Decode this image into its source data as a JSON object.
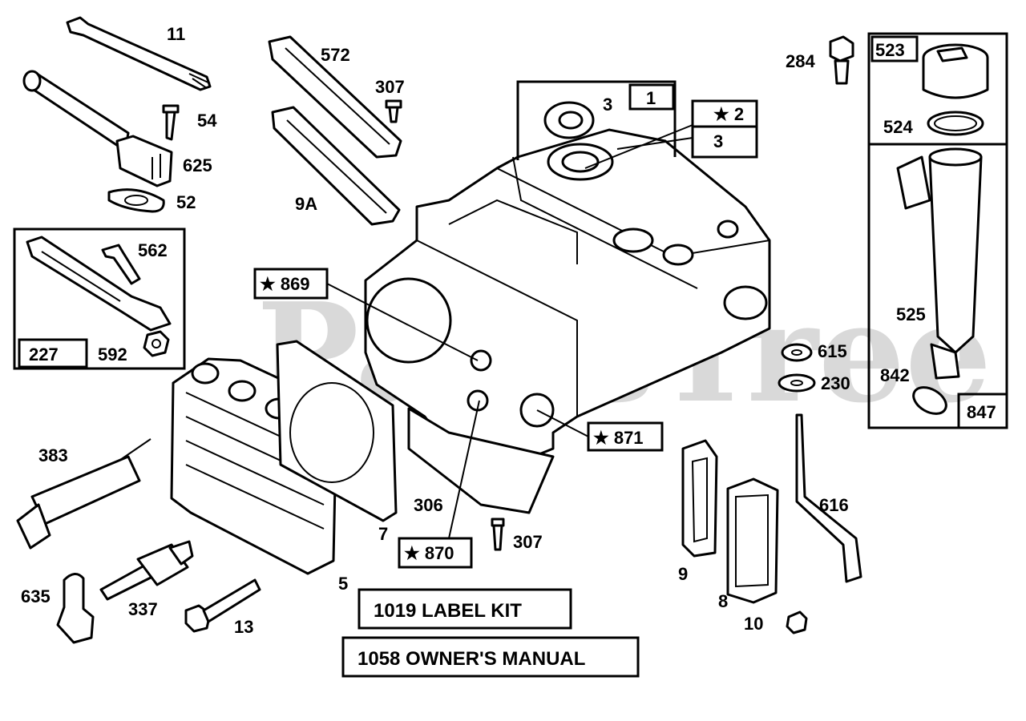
{
  "watermark": "PartsTree",
  "labels": {
    "p11": "11",
    "p54": "54",
    "p625": "625",
    "p52": "52",
    "p572": "572",
    "p307a": "307",
    "p9A": "9A",
    "p562": "562",
    "p227": "227",
    "p592": "592",
    "p3a": "3",
    "p1": "1",
    "p2": "★ 2",
    "p3b": "3",
    "p869": "★ 869",
    "p871": "★ 871",
    "p870": "★ 870",
    "p306": "306",
    "p307b": "307",
    "p7": "7",
    "p5": "5",
    "p383": "383",
    "p635": "635",
    "p337": "337",
    "p13": "13",
    "p284": "284",
    "p523": "523",
    "p524": "524",
    "p525": "525",
    "p842": "842",
    "p847": "847",
    "p615": "615",
    "p230": "230",
    "p616": "616",
    "p9": "9",
    "p8": "8",
    "p10": "10"
  },
  "notes": {
    "label_kit": "1019 LABEL KIT",
    "owners_manual": "1058 OWNER'S MANUAL"
  }
}
